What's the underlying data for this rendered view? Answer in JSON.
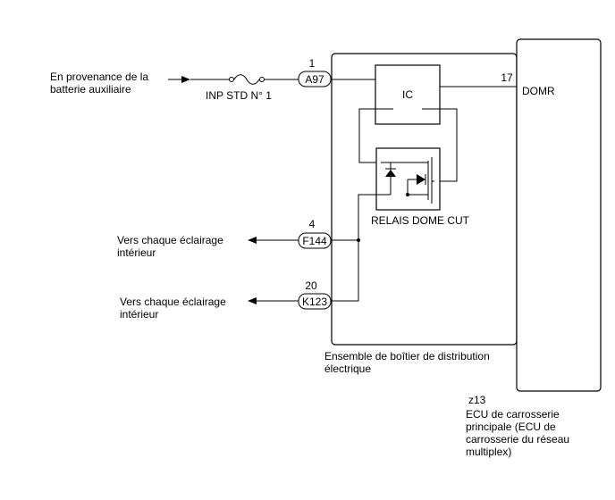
{
  "inputs": {
    "source_line1": "En provenance de la",
    "source_line2": "batterie auxiliaire",
    "fuse_label": "INP STD N° 1"
  },
  "outputs": {
    "out1_line1": "Vers chaque éclairage",
    "out1_line2": "intérieur",
    "out2_line1": "Vers chaque éclairage",
    "out2_line2": "intérieur"
  },
  "connectors": {
    "a97": {
      "pin": "1",
      "name": "A97"
    },
    "f144": {
      "pin": "4",
      "name": "F144"
    },
    "k123": {
      "pin": "20",
      "name": "K123"
    }
  },
  "junction_box": {
    "ic_label": "IC",
    "relay_label": "RELAIS DOME CUT",
    "name_line1": "Ensemble de boîtier de distribution",
    "name_line2": "électrique"
  },
  "ecu": {
    "pin": "17",
    "terminal": "DOMR",
    "code": "z13",
    "name_line1": "ECU de carrosserie",
    "name_line2": "principale (ECU de",
    "name_line3": "carrosserie du réseau",
    "name_line4": "multiplex)"
  }
}
